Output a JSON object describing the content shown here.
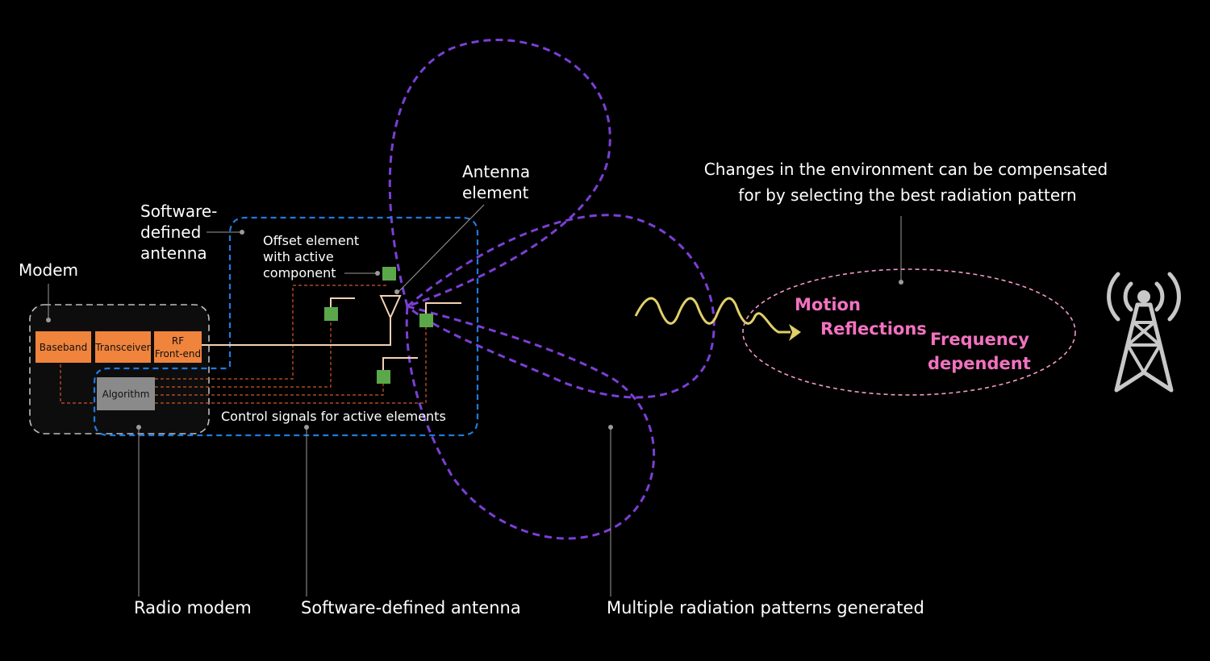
{
  "labels": {
    "modem": "Modem",
    "sda_top": [
      "Software-",
      "defined",
      "antenna"
    ],
    "offset": [
      "Offset element",
      "with active",
      "component"
    ],
    "antenna_element": [
      "Antenna",
      "element"
    ],
    "changes": [
      "Changes in the environment can be compensated",
      "for by selecting the best radiation pattern"
    ],
    "control_signals": "Control signals for active elements",
    "radio_modem": "Radio modem",
    "sda_bottom": "Software-defined antenna",
    "multiple": "Multiple radiation patterns generated"
  },
  "blocks": {
    "baseband": "Baseband",
    "transceiver": "Transceiver",
    "rf": [
      "RF",
      "Front-end"
    ],
    "algorithm": "Algorithm"
  },
  "effects": {
    "motion": "Motion",
    "reflections": "Reflections",
    "frequency": [
      "Frequency",
      "dependent"
    ]
  },
  "colors": {
    "background": "#000000",
    "orange_block": "#f0843c",
    "algorithm_block": "#8a8a8a",
    "green_element": "#5aa84a",
    "lobe": "#7b3fd6",
    "antenna_box": "#1f7ae0",
    "modem_box": "#bdbdbd",
    "control_line": "#d0562a",
    "wave": "#e0d06a",
    "effects_ellipse": "#f29ac8",
    "effect_text": "#f272c0",
    "tower": "#c8c8c8"
  },
  "icons": [
    "antenna-element-icon",
    "radio-wave-icon",
    "cell-tower-icon"
  ]
}
